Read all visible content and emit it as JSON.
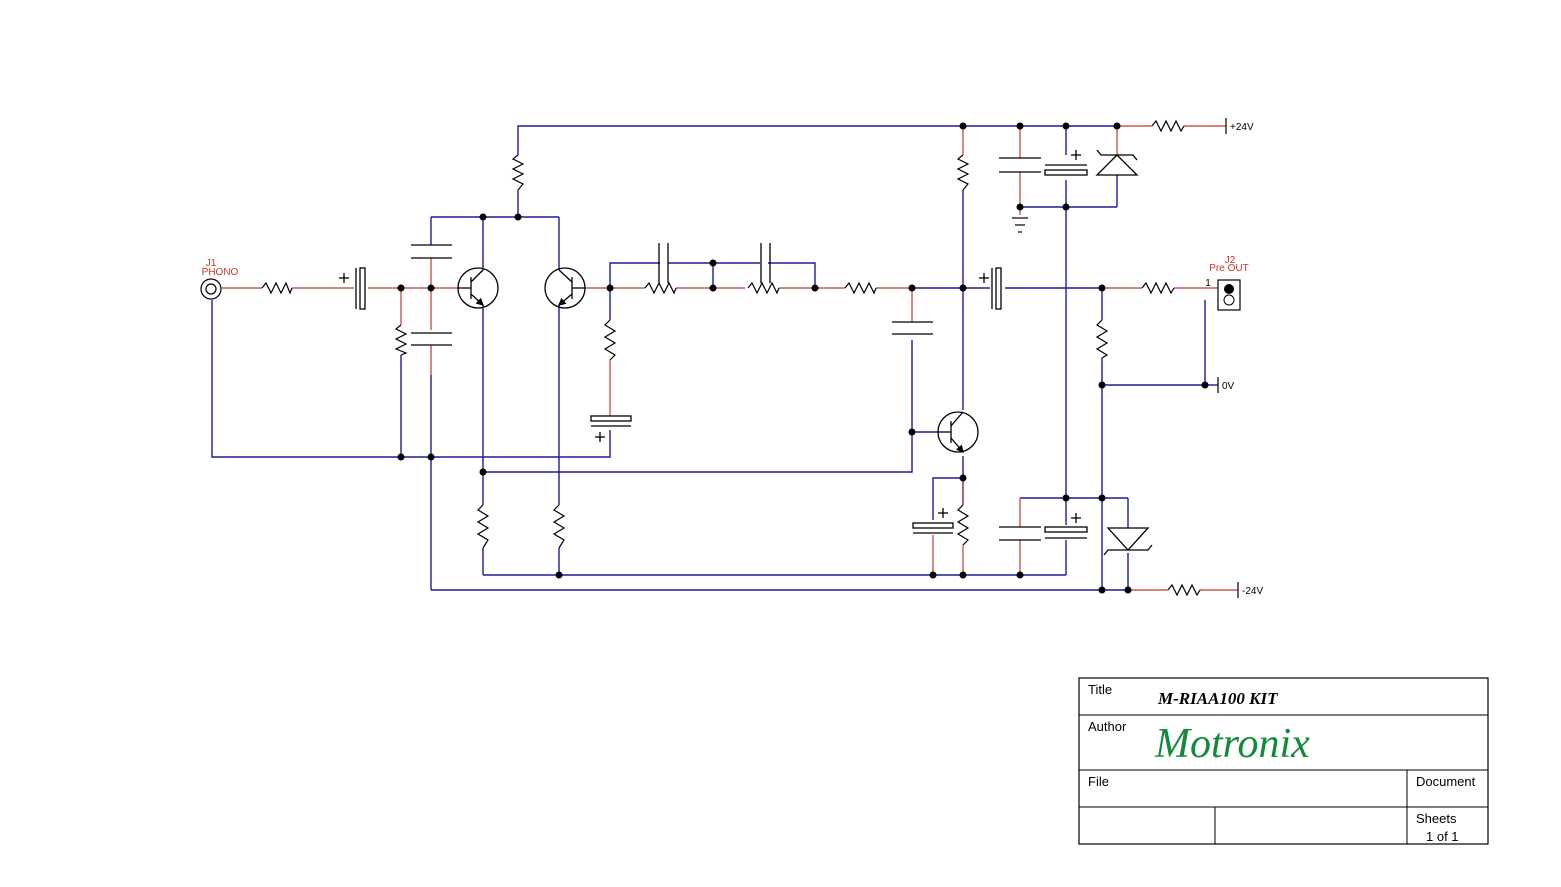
{
  "connectors": {
    "j1": {
      "ref": "J1",
      "name": "PHONO"
    },
    "j2": {
      "ref": "J2",
      "name": "Pre OUT",
      "pin": "1"
    }
  },
  "power": {
    "pos": "+24V",
    "neg": "-24V",
    "zero": "0V"
  },
  "title_block": {
    "title_label": "Title",
    "title_value": "M-RIAA100 KIT",
    "author_label": "Author",
    "author_value": "Motronix",
    "file_label": "File",
    "document_label": "Document",
    "sheets_label": "Sheets",
    "sheets_value": "1 of 1"
  },
  "colors": {
    "wire": "#1c1c9c",
    "lead": "#c0392b",
    "logo": "#128a3c"
  }
}
